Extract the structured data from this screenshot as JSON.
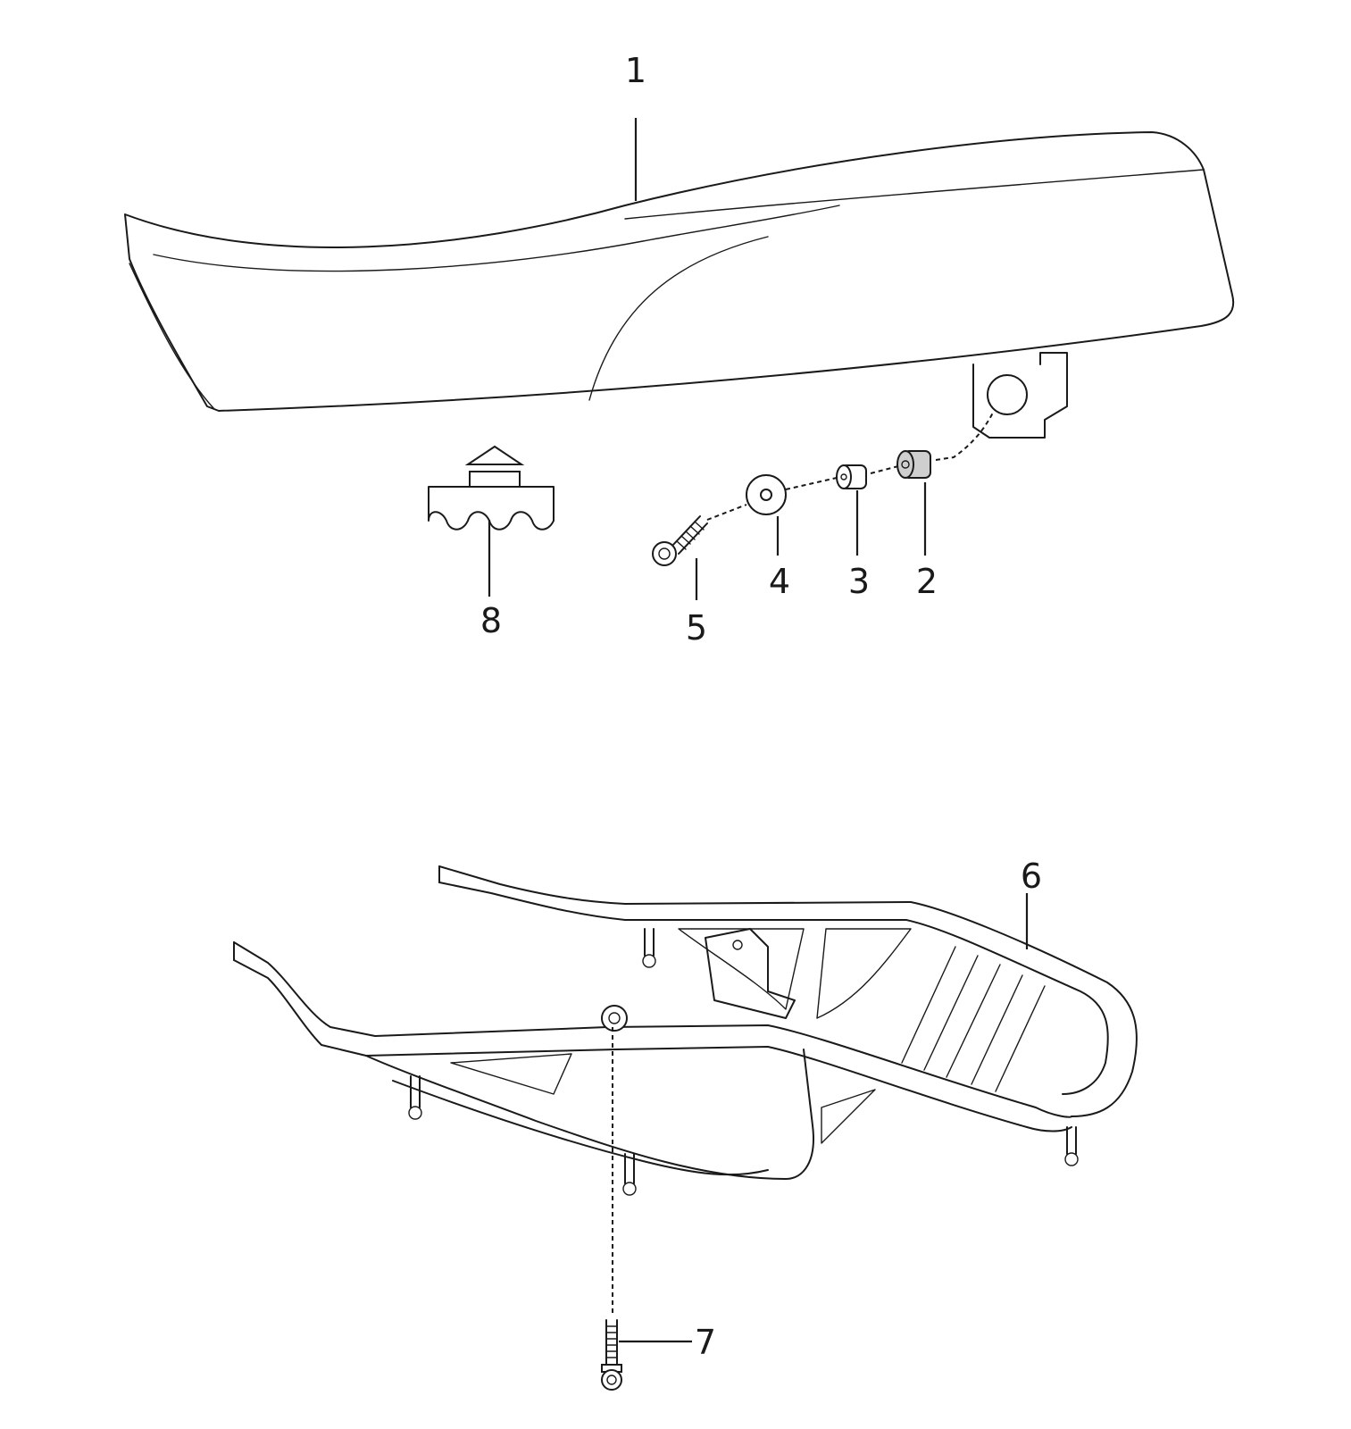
{
  "callouts": [
    {
      "id": "1",
      "text": "1"
    },
    {
      "id": "2",
      "text": "2"
    },
    {
      "id": "3",
      "text": "3"
    },
    {
      "id": "4",
      "text": "4"
    },
    {
      "id": "5",
      "text": "5"
    },
    {
      "id": "6",
      "text": "6"
    },
    {
      "id": "7",
      "text": "7"
    },
    {
      "id": "8",
      "text": "8"
    }
  ],
  "parts": {
    "seat": "1",
    "collar": "2",
    "spacer": "3",
    "washer": "4",
    "seat-bolt": "5",
    "rear-rack": "6",
    "rack-bolt": "7",
    "rubber-bumper": "8"
  }
}
